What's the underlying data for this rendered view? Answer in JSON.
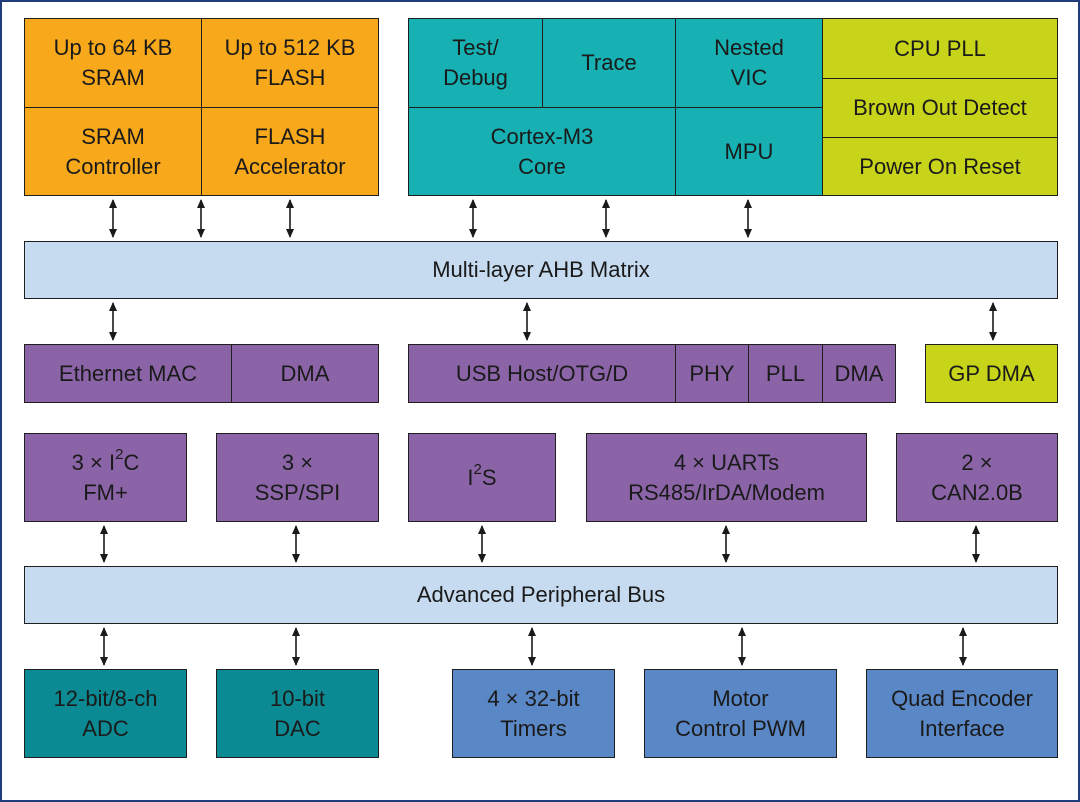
{
  "diagram": {
    "memory": {
      "sram": "Up to 64 KB\nSRAM",
      "flash": "Up to 512 KB\nFLASH",
      "sram_controller": "SRAM\nController",
      "flash_accelerator": "FLASH\nAccelerator"
    },
    "core": {
      "test_debug": "Test/\nDebug",
      "trace": "Trace",
      "nested_vic": "Nested\nVIC",
      "cortex_m3": "Cortex-M3\nCore",
      "mpu": "MPU"
    },
    "system": {
      "cpu_pll": "CPU PLL",
      "brown_out": "Brown Out Detect",
      "power_on_reset": "Power On Reset"
    },
    "ahb_matrix": "Multi-layer AHB Matrix",
    "ahb_peripherals": {
      "ethernet_mac": "Ethernet MAC",
      "eth_dma": "DMA",
      "usb": "USB Host/OTG/D",
      "phy": "PHY",
      "pll": "PLL",
      "usb_dma": "DMA",
      "gp_dma": "GP DMA"
    },
    "apb_peripherals": {
      "i2c_prefix": "3 × I",
      "i2c_sup": "2",
      "i2c_suffix": "C",
      "i2c_line2": "FM+",
      "ssp": "3 ×\nSSP/SPI",
      "i2s_prefix": "I",
      "i2s_sup": "2",
      "i2s_suffix": "S",
      "uarts": "4 × UARTs\nRS485/IrDA/Modem",
      "can": "2 ×\nCAN2.0B"
    },
    "apb_bus": "Advanced Peripheral Bus",
    "analog_timers": {
      "adc": "12-bit/8-ch\nADC",
      "dac": "10-bit\nDAC",
      "timers": "4 × 32-bit\nTimers",
      "motor_pwm": "Motor\nControl PWM",
      "qei": "Quad Encoder\nInterface"
    },
    "colors": {
      "memory": "#f7a81b",
      "core": "#17b1b3",
      "system": "#c7d41a",
      "bus": "#c6dbef",
      "peripheral": "#8b64a8",
      "timer_block": "#5a87c6",
      "analog": "#0b8a93",
      "frame": "#1f3d7a"
    }
  }
}
